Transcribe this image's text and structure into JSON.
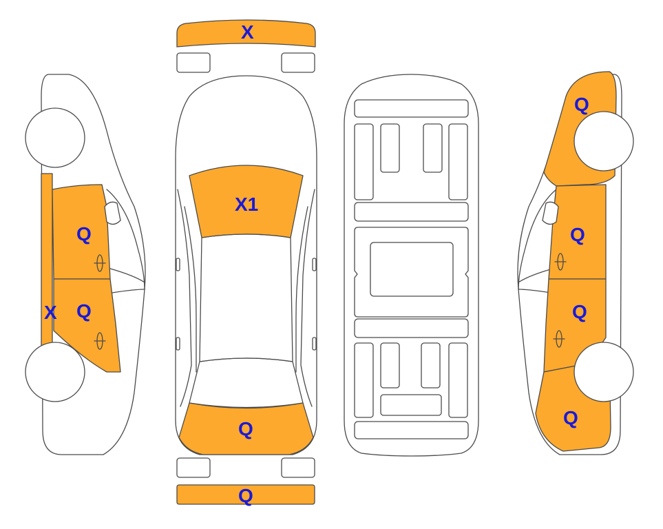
{
  "colors": {
    "damage_fill": "#FCA92E",
    "label_text": "#1A1AD6",
    "outline": "#4A4A4A",
    "background": "#FFFFFF"
  },
  "diagram": {
    "views": [
      "left-side",
      "top",
      "underbody",
      "right-side"
    ],
    "labels": {
      "front_bumper": "X",
      "rear_bumper": "Q",
      "windshield": "X1",
      "trunk_lid": "Q",
      "left_front_door": "Q",
      "left_rear_door": "Q",
      "left_rocker": "X",
      "right_rear_quarter": "Q",
      "right_rear_door": "Q",
      "right_front_door": "Q",
      "right_front_fender": "Q"
    }
  }
}
